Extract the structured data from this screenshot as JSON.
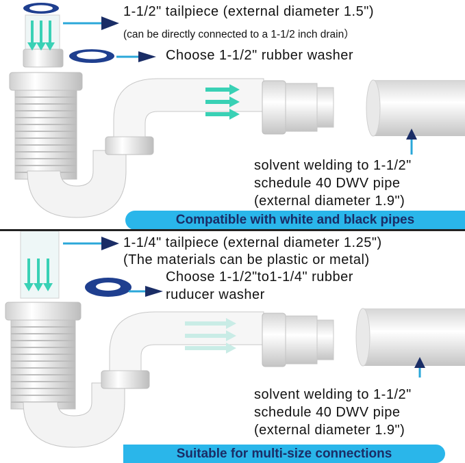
{
  "top": {
    "tailpiece_title": "1-1/2\" tailpiece (external diameter 1.5\")",
    "tailpiece_note": "(can be directly connected to a 1-1/2 inch drain）",
    "washer_label": "Choose 1-1/2\" rubber  washer",
    "solvent_line1": "solvent welding to 1-1/2\"",
    "solvent_line2": "schedule 40 DWV pipe",
    "solvent_line3": "(external diameter 1.9\")",
    "banner": "Compatible with white and black pipes"
  },
  "bottom": {
    "tailpiece_title": "1-1/4\" tailpiece (external diameter 1.25\")",
    "tailpiece_note": "(The materials can be plastic or metal)",
    "washer_line1": "Choose 1-1/2\"to1-1/4\" rubber",
    "washer_line2": "ruducer washer",
    "solvent_line1": "solvent welding to 1-1/2\"",
    "solvent_line2": "schedule 40 DWV pipe",
    "solvent_line3": "(external diameter 1.9\")",
    "banner": "Suitable for multi-size connections"
  },
  "colors": {
    "pipe": "#f4f4f4",
    "pipe_shadow": "#c9c9c9",
    "washer": "#1f3f8f",
    "arrow": "#2aa7d9",
    "flow": "#39d1b5",
    "banner": "#2ab6ea"
  }
}
